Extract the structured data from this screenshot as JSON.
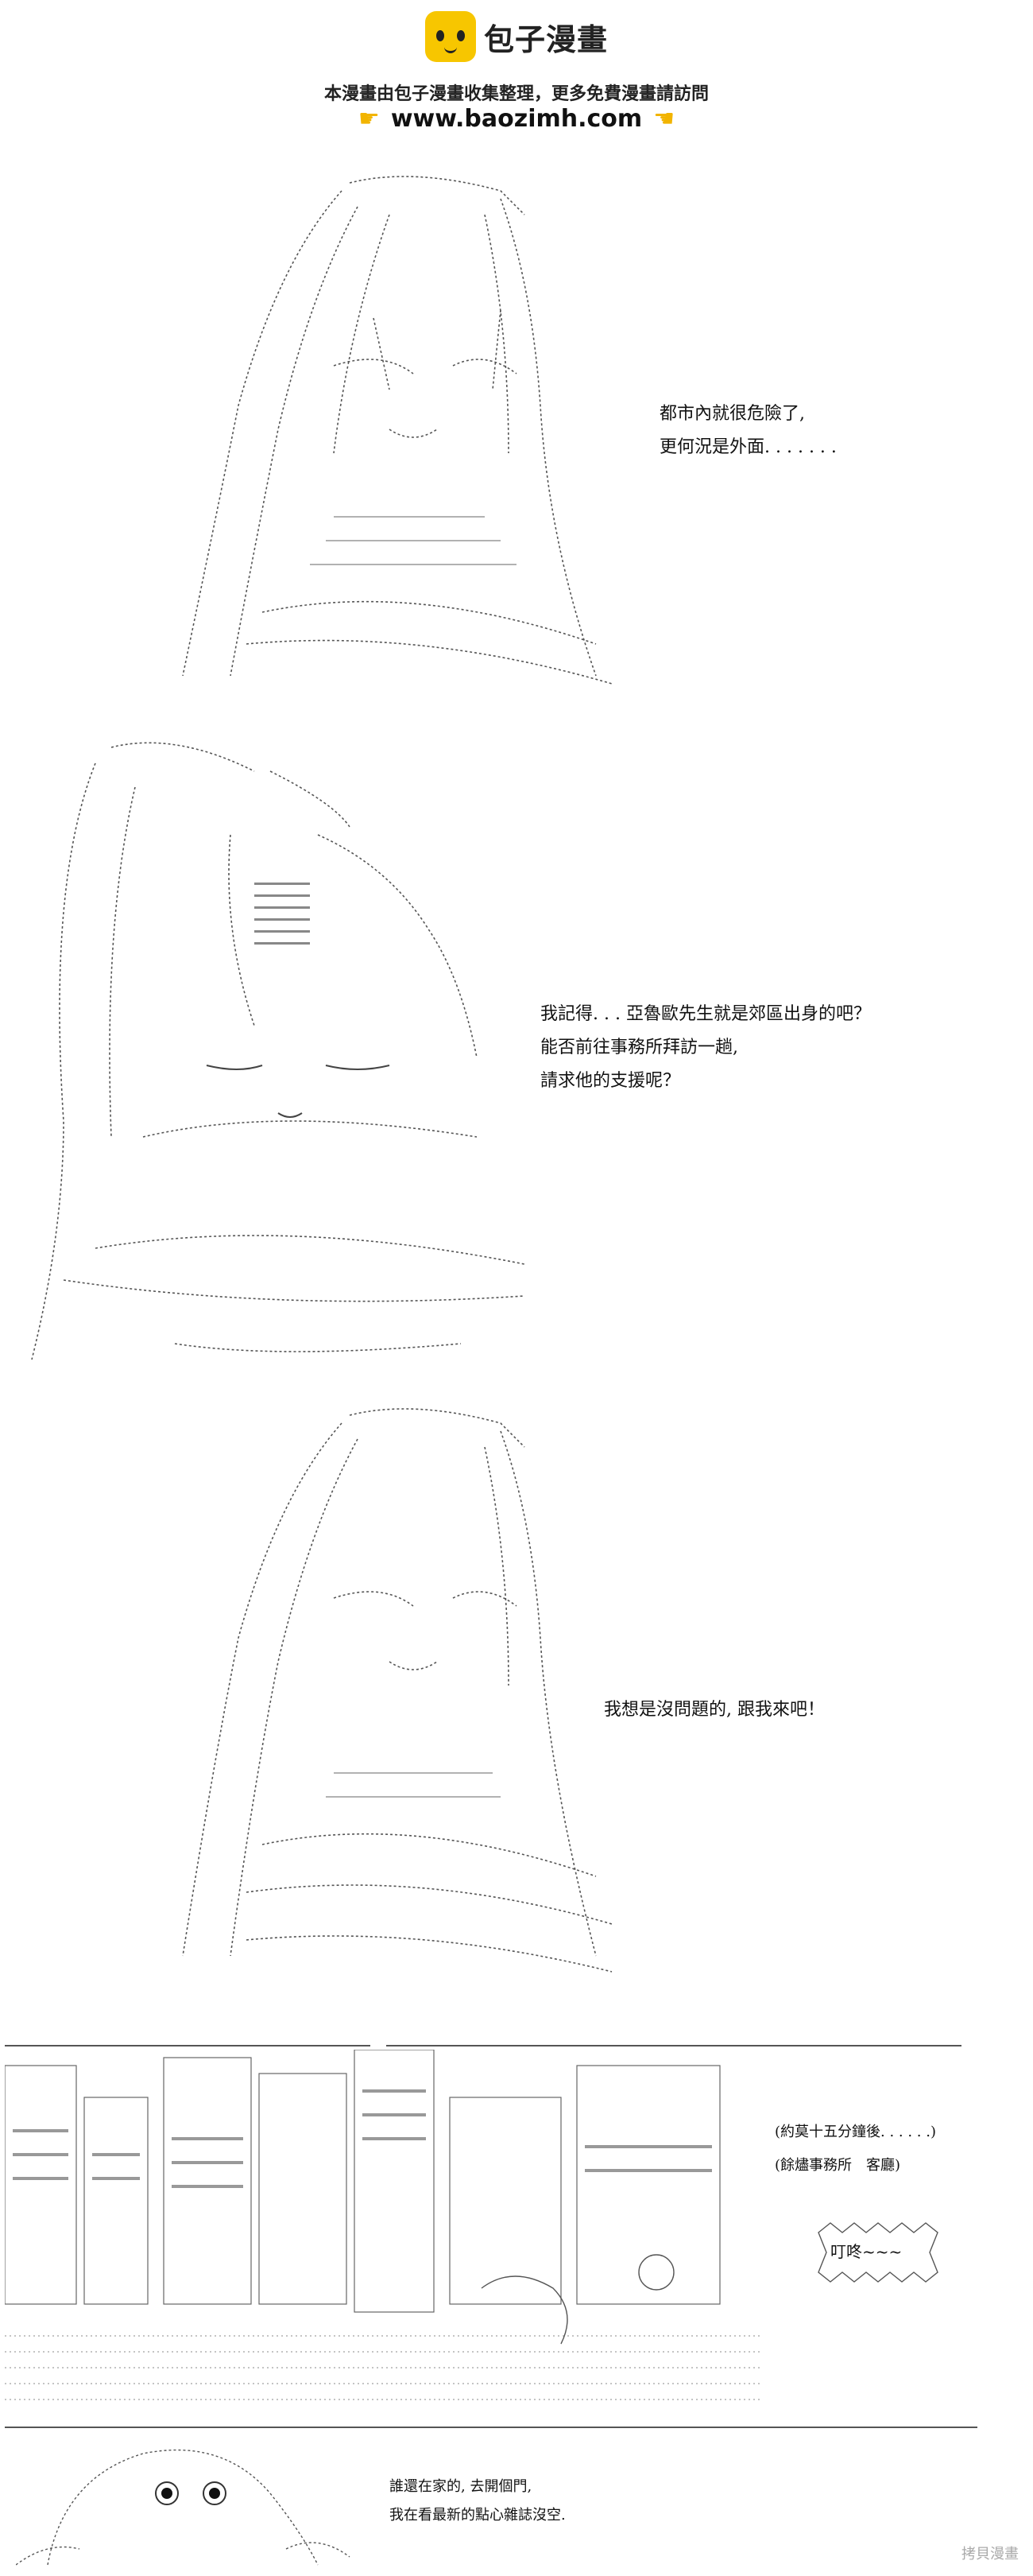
{
  "header": {
    "logo_text": "包子漫畫",
    "tagline": "本漫畫由包子漫畫收集整理，更多免費漫畫請訪問",
    "site_url": "www.baozimh.com",
    "hand_left_icon": "pointing-right-hand-icon",
    "hand_right_icon": "pointing-left-hand-icon"
  },
  "panels": [
    {
      "id": "panel-1",
      "lines": [
        "都市內就很危險了,",
        "更何況是外面. . . . . . ."
      ]
    },
    {
      "id": "panel-2",
      "lines": [
        "我記得. . . 亞魯歐先生就是郊區出身的吧？",
        "能否前往事務所拜訪一趟,",
        "請求他的支援呢？"
      ]
    },
    {
      "id": "panel-3",
      "lines": [
        "我想是沒問題的, 跟我來吧！"
      ]
    },
    {
      "id": "panel-4",
      "caption_time": "(約莫十五分鐘後. . . . . .)",
      "caption_place": "(餘燼事務所　客廳)",
      "sfx": "叮咚~~~",
      "dialogue": [
        "誰還在家的, 去開個門,",
        "我在看最新的點心雜誌沒空."
      ]
    }
  ],
  "watermark": "拷貝漫畫"
}
